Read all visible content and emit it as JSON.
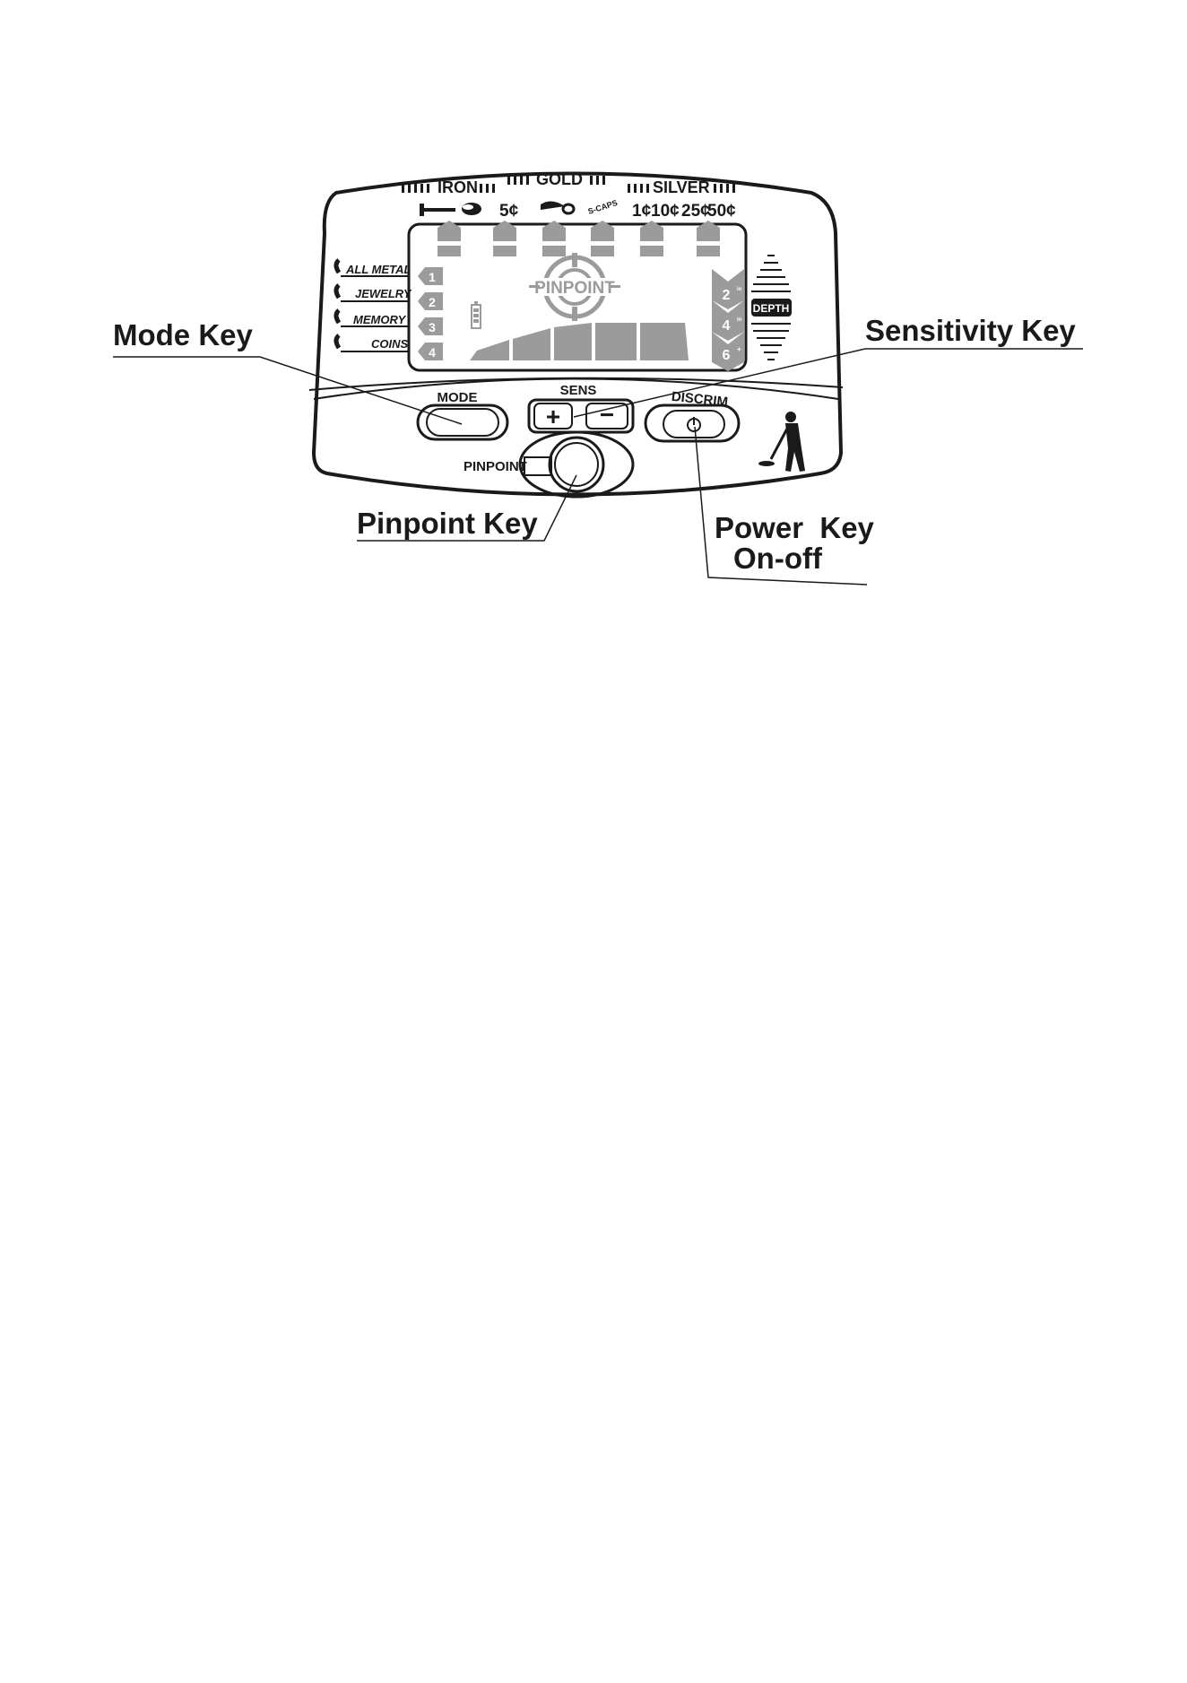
{
  "callouts": {
    "mode_key": "Mode Key",
    "sensitivity_key": "Sensitivity Key",
    "pinpoint_key": "Pinpoint Key",
    "power_key_line1": "Power  Key",
    "power_key_line2": "On-off"
  },
  "scale": {
    "iron": "IRON",
    "gold": "GOLD",
    "silver": "SILVER",
    "five_cent": "5¢",
    "s_caps": "S-CAPS",
    "one_cent": "1¢",
    "ten_cent": "10¢",
    "twenty_five_cent": "25¢",
    "fifty_cent": "50¢"
  },
  "modes": [
    {
      "label": "ALL METAL",
      "number": "1"
    },
    {
      "label": "JEWELRY",
      "number": "2"
    },
    {
      "label": "MEMORY",
      "number": "3"
    },
    {
      "label": "COINS",
      "number": "4"
    }
  ],
  "display": {
    "pinpoint": "PINPOINT",
    "depth": "DEPTH",
    "depth_levels": [
      {
        "num": "2",
        "sup": "in"
      },
      {
        "num": "4",
        "sup": "in"
      },
      {
        "num": "6",
        "sup": "+"
      }
    ]
  },
  "buttons": {
    "mode": "MODE",
    "sens": "SENS",
    "plus": "+",
    "minus": "−",
    "discrim": "DISCRIM",
    "pinpoint": "PINPOINT"
  }
}
